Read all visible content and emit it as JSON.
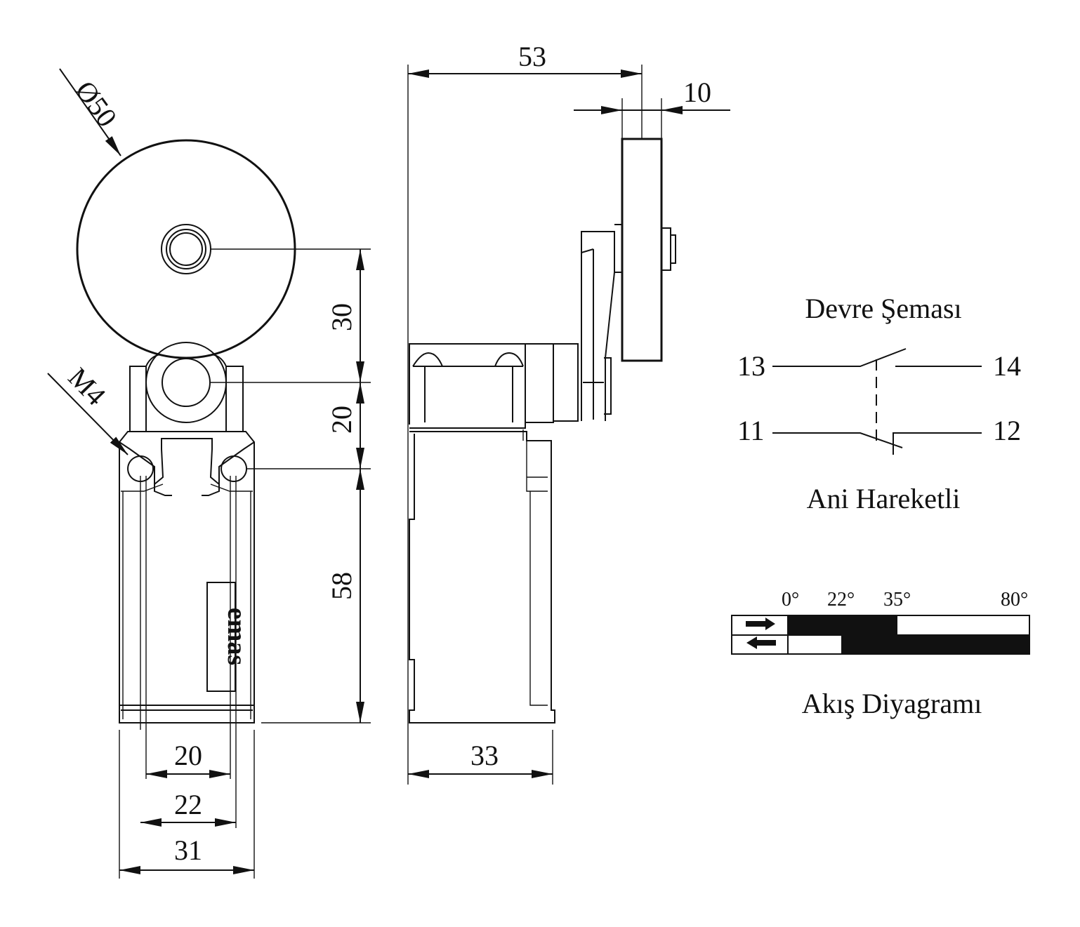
{
  "front_view": {
    "diameter_label": "Ø50",
    "thread_label": "M4",
    "dim_roller_to_lever_pivot": "30",
    "dim_lever_pivot_to_holes": "20",
    "dim_holes_to_bottom": "58",
    "dim_hole_spacing": "20",
    "dim_inner_width": "22",
    "dim_body_width": "31",
    "brand_text": "emas"
  },
  "side_view": {
    "dim_overall_reach": "53",
    "dim_roller_thickness": "10",
    "dim_body_depth": "33"
  },
  "circuit": {
    "title": "Devre Şeması",
    "terminals": {
      "no_left": "13",
      "no_right": "14",
      "nc_left": "11",
      "nc_right": "12"
    },
    "subtitle": "Ani Hareketli"
  },
  "flow_diagram": {
    "title": "Akış Diyagramı",
    "angles": [
      "0°",
      "22°",
      "35°",
      "80°"
    ],
    "rows": [
      {
        "direction": "forward",
        "icon": "arrow-right-icon",
        "closed_from": 0,
        "closed_to": 35
      },
      {
        "direction": "return",
        "icon": "arrow-left-icon",
        "closed_from": 22,
        "closed_to": 80
      }
    ]
  }
}
